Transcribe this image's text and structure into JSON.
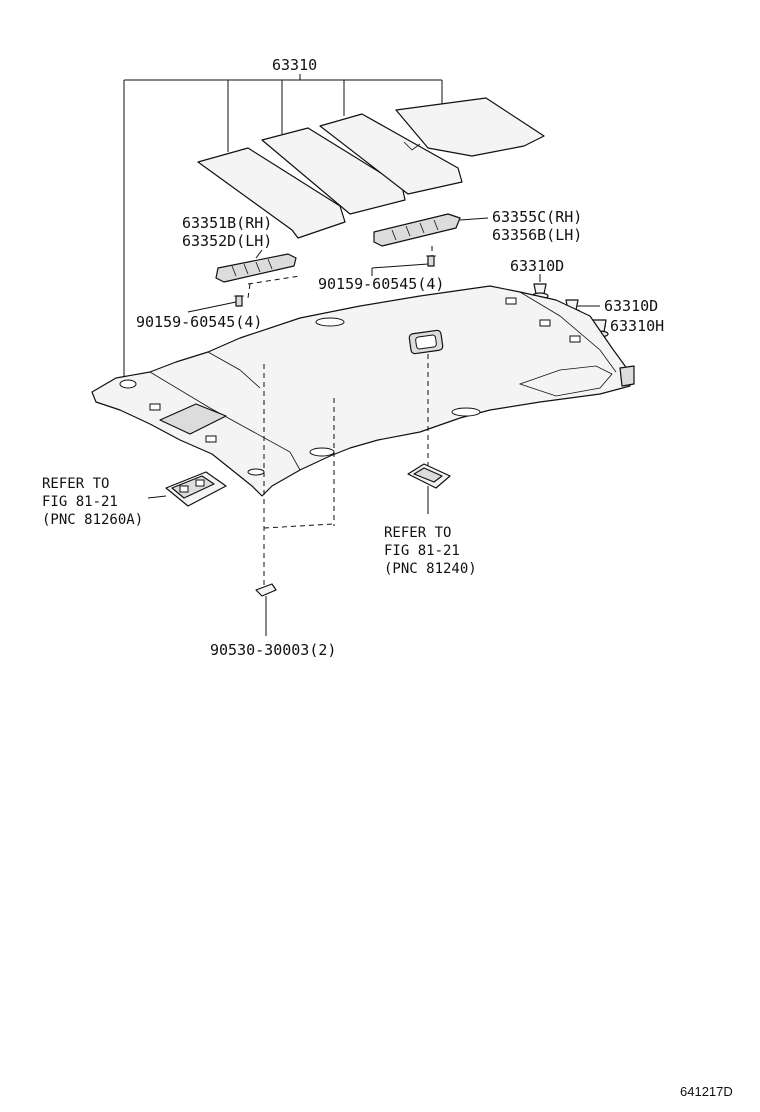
{
  "callouts": {
    "c63310": "63310",
    "c63351b": "63351B(RH)",
    "c63352d": "63352D(LH)",
    "c63355c": "63355C(RH)",
    "c63356b": "63356B(LH)",
    "c90159_right": "90159-60545(4)",
    "c90159_left": "90159-60545(4)",
    "c63310d_top": "63310D",
    "c63310d_mid": "63310D",
    "c63310h": "63310H",
    "c90530": "90530-30003(2)"
  },
  "refer_left": {
    "line1": "REFER TO",
    "line2": "FIG 81-21",
    "line3": "(PNC 81260A)"
  },
  "refer_right": {
    "line1": "REFER TO",
    "line2": "FIG 81-21",
    "line3": "(PNC 81240)"
  },
  "diagram_id": "641217D"
}
